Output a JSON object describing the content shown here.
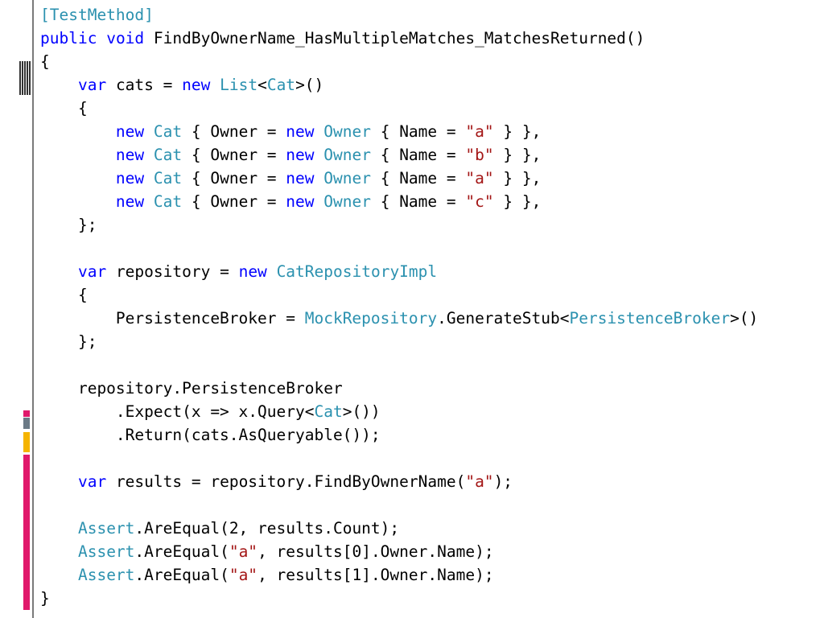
{
  "colors": {
    "keyword": "#0000ff",
    "type": "#2b91af",
    "string": "#a31515",
    "plain": "#000000"
  },
  "code_lines": [
    [
      [
        "ty",
        "[TestMethod]"
      ]
    ],
    [
      [
        "kw",
        "public"
      ],
      [
        "pl",
        " "
      ],
      [
        "kw",
        "void"
      ],
      [
        "pl",
        " FindByOwnerName_HasMultipleMatches_MatchesReturned()"
      ]
    ],
    [
      [
        "pl",
        "{"
      ]
    ],
    [
      [
        "pl",
        "    "
      ],
      [
        "kw",
        "var"
      ],
      [
        "pl",
        " cats = "
      ],
      [
        "kw",
        "new"
      ],
      [
        "pl",
        " "
      ],
      [
        "ty",
        "List"
      ],
      [
        "pl",
        "<"
      ],
      [
        "ty",
        "Cat"
      ],
      [
        "pl",
        ">()"
      ]
    ],
    [
      [
        "pl",
        "    {"
      ]
    ],
    [
      [
        "pl",
        "        "
      ],
      [
        "kw",
        "new"
      ],
      [
        "pl",
        " "
      ],
      [
        "ty",
        "Cat"
      ],
      [
        "pl",
        " { Owner = "
      ],
      [
        "kw",
        "new"
      ],
      [
        "pl",
        " "
      ],
      [
        "ty",
        "Owner"
      ],
      [
        "pl",
        " { Name = "
      ],
      [
        "st",
        "\"a\""
      ],
      [
        "pl",
        " } },"
      ]
    ],
    [
      [
        "pl",
        "        "
      ],
      [
        "kw",
        "new"
      ],
      [
        "pl",
        " "
      ],
      [
        "ty",
        "Cat"
      ],
      [
        "pl",
        " { Owner = "
      ],
      [
        "kw",
        "new"
      ],
      [
        "pl",
        " "
      ],
      [
        "ty",
        "Owner"
      ],
      [
        "pl",
        " { Name = "
      ],
      [
        "st",
        "\"b\""
      ],
      [
        "pl",
        " } },"
      ]
    ],
    [
      [
        "pl",
        "        "
      ],
      [
        "kw",
        "new"
      ],
      [
        "pl",
        " "
      ],
      [
        "ty",
        "Cat"
      ],
      [
        "pl",
        " { Owner = "
      ],
      [
        "kw",
        "new"
      ],
      [
        "pl",
        " "
      ],
      [
        "ty",
        "Owner"
      ],
      [
        "pl",
        " { Name = "
      ],
      [
        "st",
        "\"a\""
      ],
      [
        "pl",
        " } },"
      ]
    ],
    [
      [
        "pl",
        "        "
      ],
      [
        "kw",
        "new"
      ],
      [
        "pl",
        " "
      ],
      [
        "ty",
        "Cat"
      ],
      [
        "pl",
        " { Owner = "
      ],
      [
        "kw",
        "new"
      ],
      [
        "pl",
        " "
      ],
      [
        "ty",
        "Owner"
      ],
      [
        "pl",
        " { Name = "
      ],
      [
        "st",
        "\"c\""
      ],
      [
        "pl",
        " } },"
      ]
    ],
    [
      [
        "pl",
        "    };"
      ]
    ],
    [],
    [
      [
        "pl",
        "    "
      ],
      [
        "kw",
        "var"
      ],
      [
        "pl",
        " repository = "
      ],
      [
        "kw",
        "new"
      ],
      [
        "pl",
        " "
      ],
      [
        "ty",
        "CatRepositoryImpl"
      ]
    ],
    [
      [
        "pl",
        "    {"
      ]
    ],
    [
      [
        "pl",
        "        PersistenceBroker = "
      ],
      [
        "ty",
        "MockRepository"
      ],
      [
        "pl",
        ".GenerateStub<"
      ],
      [
        "ty",
        "PersistenceBroker"
      ],
      [
        "pl",
        ">()"
      ]
    ],
    [
      [
        "pl",
        "    };"
      ]
    ],
    [],
    [
      [
        "pl",
        "    repository.PersistenceBroker"
      ]
    ],
    [
      [
        "pl",
        "        .Expect(x => x.Query<"
      ],
      [
        "ty",
        "Cat"
      ],
      [
        "pl",
        ">())"
      ]
    ],
    [
      [
        "pl",
        "        .Return(cats.AsQueryable());"
      ]
    ],
    [],
    [
      [
        "pl",
        "    "
      ],
      [
        "kw",
        "var"
      ],
      [
        "pl",
        " results = repository.FindByOwnerName("
      ],
      [
        "st",
        "\"a\""
      ],
      [
        "pl",
        ");"
      ]
    ],
    [],
    [
      [
        "pl",
        "    "
      ],
      [
        "ty",
        "Assert"
      ],
      [
        "pl",
        ".AreEqual(2, results.Count);"
      ]
    ],
    [
      [
        "pl",
        "    "
      ],
      [
        "ty",
        "Assert"
      ],
      [
        "pl",
        ".AreEqual("
      ],
      [
        "st",
        "\"a\""
      ],
      [
        "pl",
        ", results[0].Owner.Name);"
      ]
    ],
    [
      [
        "pl",
        "    "
      ],
      [
        "ty",
        "Assert"
      ],
      [
        "pl",
        ".AreEqual("
      ],
      [
        "st",
        "\"a\""
      ],
      [
        "pl",
        ", results[1].Owner.Name);"
      ]
    ],
    [
      [
        "pl",
        "}"
      ]
    ]
  ]
}
